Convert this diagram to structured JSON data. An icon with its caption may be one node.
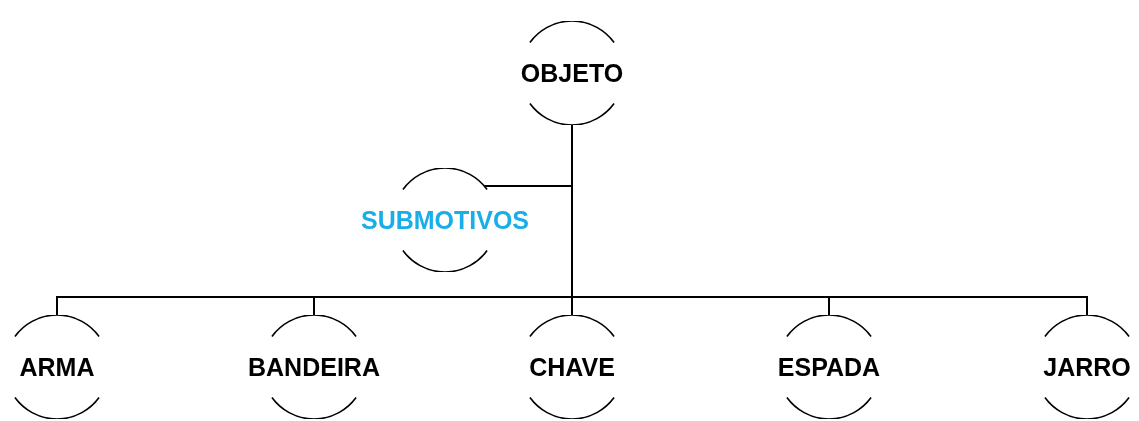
{
  "diagram": {
    "nodes": [
      {
        "text": [
          "OBJETO"
        ]
      },
      {
        "text": [
          "SUBMOTIVOS"
        ]
      },
      {
        "text": [
          "ARMA"
        ]
      },
      {
        "text": [
          "BANDEIRA"
        ]
      },
      {
        "text": [
          "CHAVE"
        ]
      },
      {
        "text": [
          "ESPADA"
        ]
      },
      {
        "text": [
          "JARRO"
        ]
      }
    ],
    "edges": [
      {
        "from": 0,
        "to": 1,
        "arrow": "none"
      },
      {
        "from": 0,
        "to": 2,
        "arrow": "none"
      },
      {
        "from": 0,
        "to": 3,
        "arrow": "none"
      },
      {
        "from": 0,
        "to": 4,
        "arrow": "none"
      },
      {
        "from": 0,
        "to": 5,
        "arrow": "none"
      },
      {
        "from": 0,
        "to": 6,
        "arrow": "none"
      }
    ]
  }
}
